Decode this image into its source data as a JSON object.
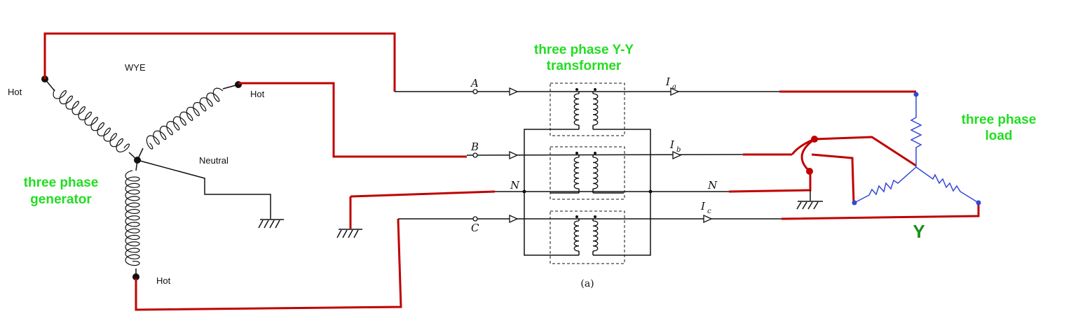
{
  "colors": {
    "wire_red": "#c00000",
    "wire_black": "#111111",
    "wire_blue": "#3347d6",
    "label_green": "#22dd22",
    "y_green": "#1a8f1a"
  },
  "generator": {
    "title_line1": "three phase",
    "title_line2": "generator",
    "wye_label": "WYE",
    "hot_labels": [
      "Hot",
      "Hot",
      "Hot"
    ],
    "neutral_label": "Neutral"
  },
  "transformer": {
    "title_line1": "three phase Y-Y",
    "title_line2": "transformer",
    "line_labels": [
      "A",
      "B",
      "N",
      "C"
    ],
    "current_labels": [
      {
        "main": "I",
        "sub": "a"
      },
      {
        "main": "I",
        "sub": "b"
      },
      {
        "main": "I",
        "sub": "c"
      }
    ],
    "neutral_right_label": "N",
    "caption": "(a)"
  },
  "load": {
    "title_line1": "three phase",
    "title_line2": "load",
    "connection_label": "Y"
  }
}
